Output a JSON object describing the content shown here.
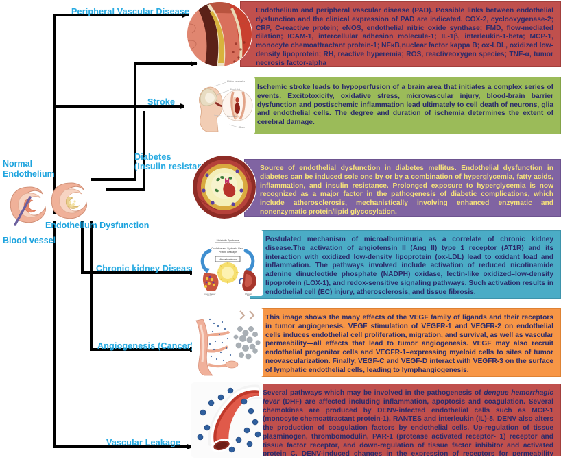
{
  "figure": {
    "type": "medical-flow-diagram",
    "accent_label_color": "#29ABE2",
    "panel_text_color": "#2b2b6b"
  },
  "left_column": {
    "normal_endothelium_label": "Normal\nEndothelium",
    "blood_vessel_label": "Blood vessel",
    "endothelium_dysfunction_label": "Endothelium Dysfunction"
  },
  "branches": [
    {
      "id": "pvd",
      "label": "Peripheral Vascular Disease"
    },
    {
      "id": "stroke",
      "label": "Stroke"
    },
    {
      "id": "diabetes",
      "label": "Diabetes\n(Insulin resistance)"
    },
    {
      "id": "ckd",
      "label": "Chronic kidney Disease"
    },
    {
      "id": "angiogenesis",
      "label": "Angiogenesis (Cancer)"
    },
    {
      "id": "leakage",
      "label": "Vascular Leakage"
    }
  ],
  "callouts": [
    {
      "id": "pvd",
      "thumb_name": "atherosclerotic-artery-image",
      "panel_color": "#C0504D",
      "border_color": "#a33f3c",
      "text": "Endothelium and peripheral vascular disease (PAD). Possible links between endothelial dysfunction and the clinical expression of PAD are indicated.  COX-2, cyclooxygenase-2; CRP, C-reactive protein; eNOS, endothelial nitric oxide synthase; FMD, flow-mediated dilation; ICAM-1, intercellular adhesion molecule-1; IL-1β, interleukin-1-beta; MCP-1, monocyte chemoattractant protein-1; NFκB,nuclear factor kappa B; ox-LDL, oxidized low-density lipoprotein; RH, reactive hyperemia; ROS, reactiveoxygen species; TNF-α, tumor necrosis factor-alpha"
    },
    {
      "id": "stroke",
      "thumb_name": "brain-stroke-image",
      "panel_color": "#9BBB59",
      "border_color": "#84a348",
      "text": "Ischemic stroke leads to hypoperfusion of a brain area that initiates a complex series of events. Excitotoxicity, oxidative stress, microvascular injury, blood-brain barrier dysfunction and postischemic inflammation lead ultimately to cell death of neurons, glia and endothelial cells. The degree and duration of ischemia determines the extent of cerebral damage."
    },
    {
      "id": "diabetes",
      "thumb_name": "pancreatic-islet-cell-image",
      "panel_color": "#8064A2",
      "border_color": "#6d5490",
      "text": "Source of endothelial dysfunction in diabetes mellitus. Endothelial dysfunction in diabetes can be induced sole one by or by a combination of hyperglycemia, fatty acids, inflammation, and insulin resistance. Prolonged exposure to hyperglycemia is now recognized as a major factor in the pathogenesis of diabetic complications, which include   atherosclerosis, mechanistically involving enhanced enzymatic and nonenzymatic protein/lipid glycosylation."
    },
    {
      "id": "ckd",
      "thumb_name": "kidney-metabolic-syndrome-image",
      "panel_color": "#4BACC6",
      "border_color": "#3d93ab",
      "text": "Postulated mechanism of microalbuminuria as a correlate of chronic kidney disease.The activation of angiotensin II (Ang II) type 1 receptor (AT1R) and its interaction with oxidized low-density lipoprotein (ox-LDL) lead to oxidant load and inflammation. The pathways involved include activation of reduced nicotinamide adenine dinucleotide phosphate (NADPH) oxidase, lectin-like oxidized–low-density lipoprotein (LOX-1), and redox-sensitive signaling pathways. Such activation results in endothelial cell (EC) injury, atherosclerosis, and tissue fibrosis."
    },
    {
      "id": "angiogenesis",
      "thumb_name": "tumor-angiogenesis-image",
      "panel_color": "#F79646",
      "border_color": "#de8234",
      "text": "This image shows the many effects of the VEGF family of ligands and their receptors in tumor angiogenesis. VEGF stimulation of VEGFR-1 and VEGFR-2 on endothelial cells induces endothelial cell proliferation, migration, and survival, as well as vascular permeability—all effects that lead to tumor angiogenesis. VEGF may also recruit endothelial progenitor cells and VEGFR-1–expressing myeloid cells to sites of tumor neovascularization. Finally, VEGF-C and VEGF-D interact with VEGFR-3 on the surface of lymphatic endothelial cells, leading to lymphangiogenesis."
    },
    {
      "id": "leakage",
      "thumb_name": "leaky-blood-vessel-image",
      "panel_color": "#C0504D",
      "border_color": "#a33f3c",
      "text_part1": "Several pathways which may be involved in the pathogenesis of ",
      "text_italic": "dengue hemorrhagic fever",
      "text_part2": " (DHF) are affected including inflammation, apoptosis and coagulation. Several chemokines are produced by DENV-infected endothelial cells such as MCP-1 (monocyte chemoattractant protein-1), RANTES and interleukin (IL)-8. DENV also alters the production of coagulation factors by endothelial cells. Up-regulation of tissue plasminogen, thrombomodulin, PAR-1 (protease activated receptor- 1) receptor and tissue factor receptor, and down-regulation of tissue factor inhibitor and activated protein C. DENV-induced changes in the expression of receptors for permeability enhancing mediators may be a mechanism involved in plasma leakage in DHF."
    }
  ]
}
